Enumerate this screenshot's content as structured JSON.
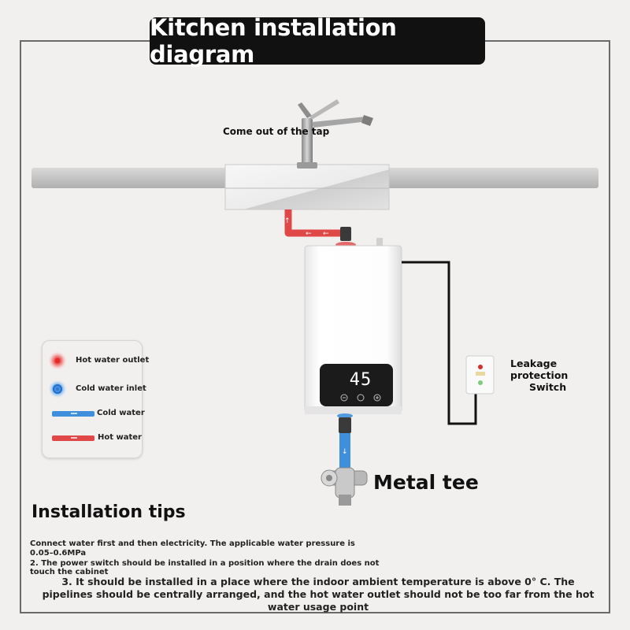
{
  "title": "Kitchen installation diagram",
  "labels": {
    "tap": "Come out of the tap",
    "leakage_line1": "Leakage",
    "leakage_line2": "protection",
    "leakage_line3": "Switch",
    "metal_tee": "Metal tee"
  },
  "heater_display": "45",
  "legend": {
    "items": [
      {
        "label": "Hot water outlet",
        "icon": "red-dot"
      },
      {
        "label": "Cold water inlet",
        "icon": "blue-dot"
      },
      {
        "label": "Cold water",
        "icon": "blue-pipe"
      },
      {
        "label": "Hot water",
        "icon": "red-pipe"
      }
    ]
  },
  "tips": {
    "heading": "Installation tips",
    "line1a": "Connect water first and then electricity. The applicable water pressure is",
    "line1b": "0.05–0.6MPa",
    "line2a": "2. The power switch should be installed in a position where the drain does not",
    "line2b": "touch the cabinet",
    "line3": "3. It should be installed in a place where the indoor ambient temperature is above 0° C. The pipelines should be centrally arranged, and the hot water outlet should not be too far from the hot water usage point"
  },
  "colors": {
    "hot": "#e04848",
    "cold": "#3f8fdc",
    "frame": "#6a6a6a",
    "title_bg": "#111111"
  }
}
